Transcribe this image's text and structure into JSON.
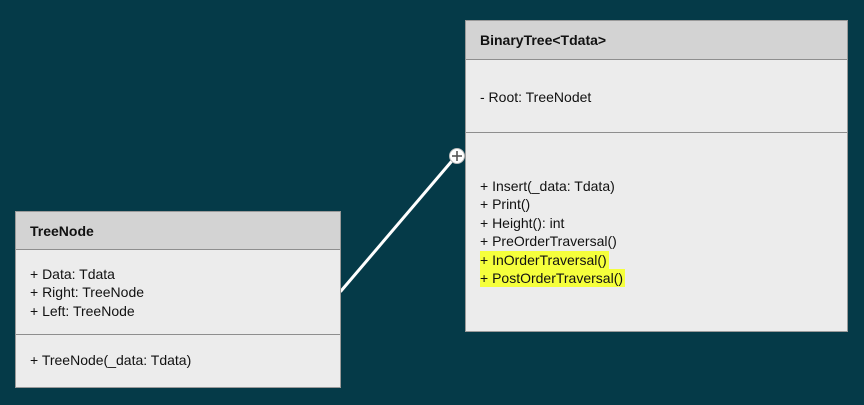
{
  "diagram": {
    "classes": {
      "binary_tree": {
        "name": "BinaryTree<Tdata>",
        "attributes": [
          "- Root: TreeNodet"
        ],
        "operations": [
          {
            "text": "+ Insert(_data: Tdata)",
            "highlight": false
          },
          {
            "text": "+ Print()",
            "highlight": false
          },
          {
            "text": "+ Height(): int",
            "highlight": false
          },
          {
            "text": "+ PreOrderTraversal()",
            "highlight": false
          },
          {
            "text": "+ InOrderTraversal()",
            "highlight": true
          },
          {
            "text": "+ PostOrderTraversal()",
            "highlight": true
          }
        ]
      },
      "tree_node": {
        "name": "TreeNode",
        "attributes": [
          "+ Data: Tdata",
          "+ Right: TreeNode",
          "+ Left: TreeNode"
        ],
        "operations": [
          {
            "text": "+ TreeNode(_data: Tdata)",
            "highlight": false
          }
        ]
      }
    },
    "relationship": {
      "from": "TreeNode",
      "to": "BinaryTree<Tdata>",
      "type": "nesting",
      "end_symbol": "circle-plus-icon"
    },
    "colors": {
      "background": "#053a48",
      "class_fill": "#ececec",
      "header_fill": "#d3d3d3",
      "highlight": "#f5ff3c",
      "connector": "#ffffff"
    }
  }
}
